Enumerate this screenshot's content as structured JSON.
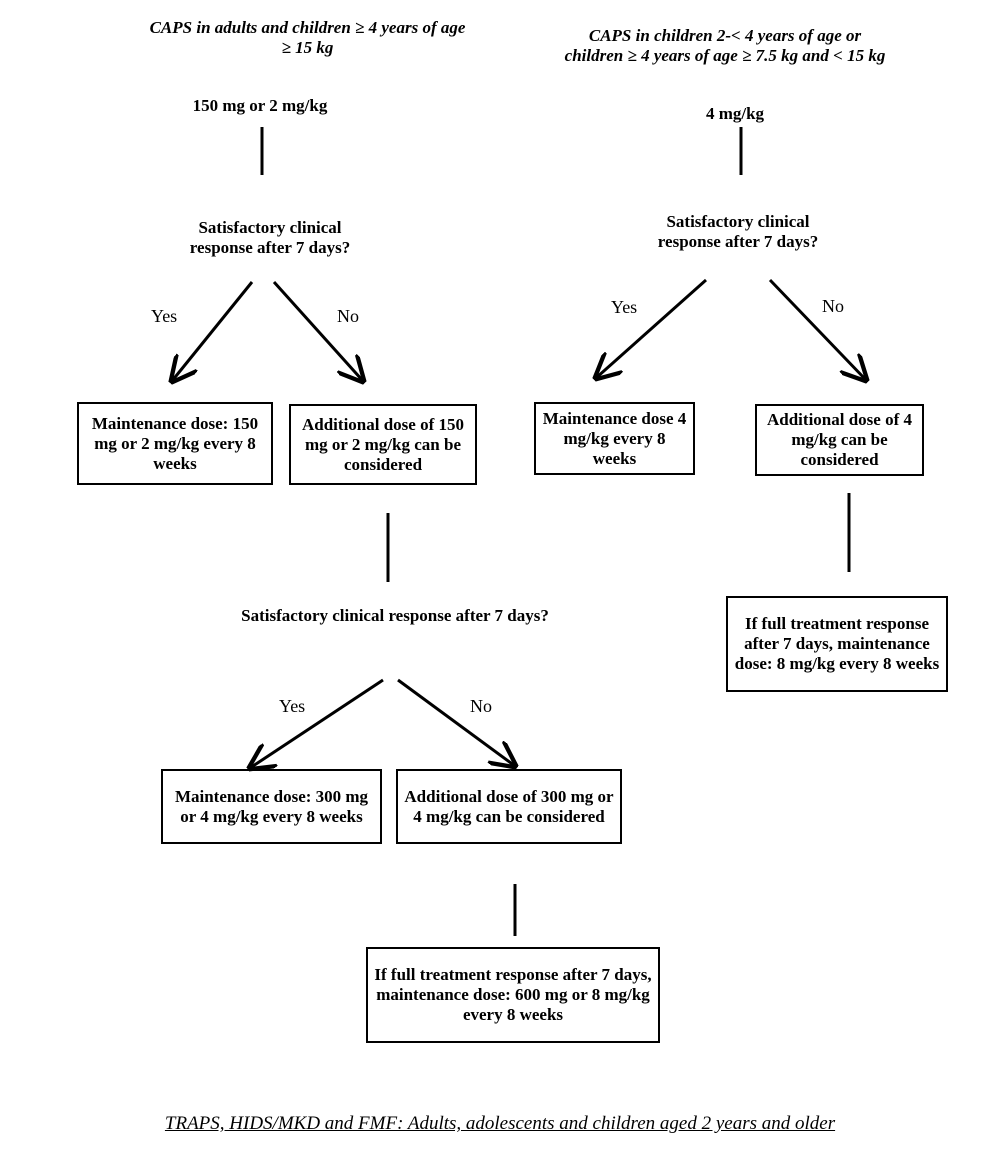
{
  "left": {
    "heading_line1": "CAPS in adults and children ≥ 4 years of age",
    "heading_line2": "≥ 15 kg",
    "start_dose": "150 mg or 2 mg/kg",
    "question1": "Satisfactory clinical response after 7 days?",
    "yes_label": "Yes",
    "no_label": "No",
    "box_maintenance": "Maintenance dose: 150 mg or 2 mg/kg every 8 weeks",
    "box_additional": "Additional dose of 150 mg or 2 mg/kg can be considered",
    "question2": "Satisfactory clinical response after 7 days?",
    "yes2_label": "Yes",
    "no2_label": "No",
    "box_maintenance2": "Maintenance dose: 300 mg or 4 mg/kg every 8 weeks",
    "box_additional2": "Additional dose of 300 mg or 4 mg/kg can be considered",
    "box_final": "If full treatment response after 7 days, maintenance dose: 600 mg or 8 mg/kg every 8 weeks"
  },
  "right": {
    "heading_line1": "CAPS in children 2-< 4 years of age or",
    "heading_line2": "children ≥ 4 years of age ≥ 7.5 kg and < 15 kg",
    "start_dose": "4 mg/kg",
    "question1": "Satisfactory clinical response after 7 days?",
    "yes_label": "Yes",
    "no_label": "No",
    "box_maintenance": "Maintenance dose 4 mg/kg every 8 weeks",
    "box_additional": "Additional dose of 4 mg/kg can be considered",
    "box_final": "If full treatment response after 7 days, maintenance dose: 8 mg/kg every 8 weeks"
  },
  "footer": "TRAPS, HIDS/MKD and FMF: Adults, adolescents and children aged 2 years and older"
}
